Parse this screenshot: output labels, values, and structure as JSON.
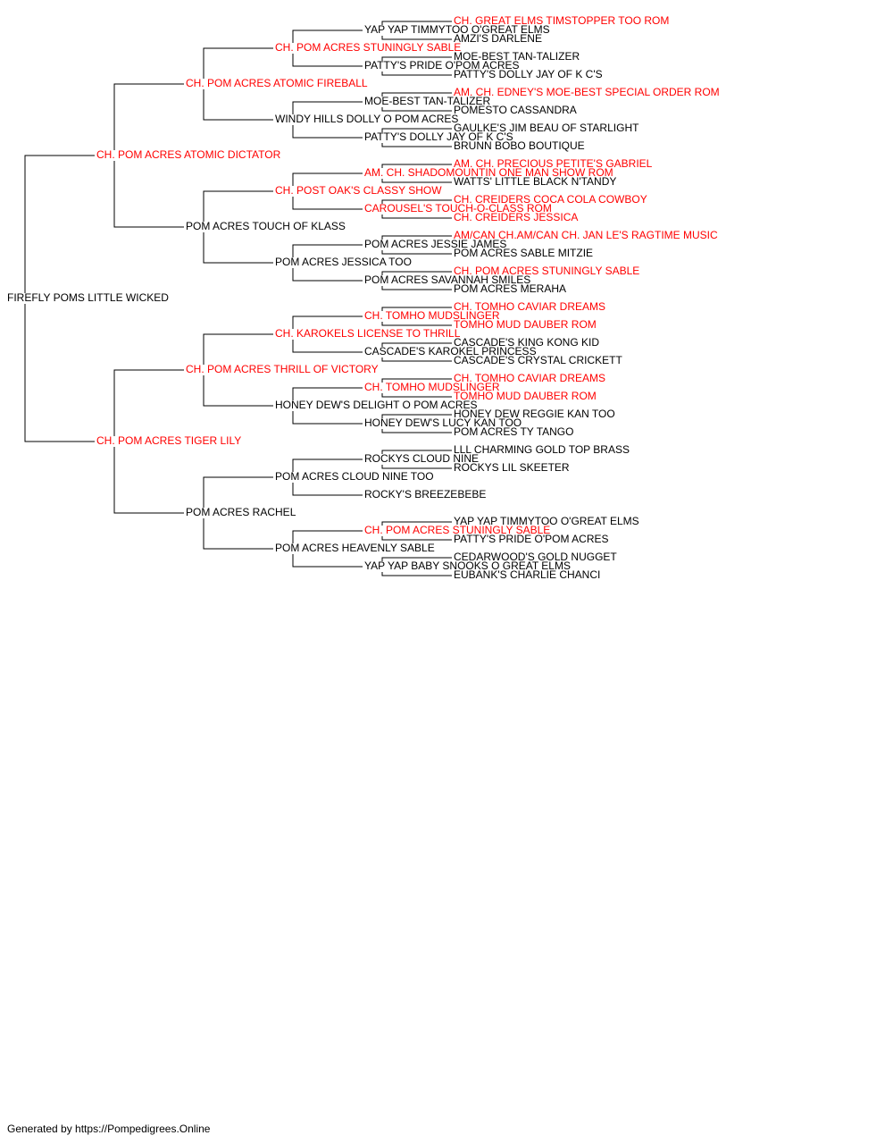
{
  "colors": {
    "champion": "#ff0000",
    "normal": "#000000",
    "lines": "#000000"
  },
  "pedigree": {
    "name": "FIREFLY POMS LITTLE WICKED",
    "champion": false,
    "sire": {
      "name": "CH. POM ACRES ATOMIC DICTATOR",
      "champion": true,
      "sire": {
        "name": "CH. POM ACRES ATOMIC FIREBALL",
        "champion": true,
        "sire": {
          "name": "CH. POM ACRES STUNINGLY SABLE",
          "champion": true,
          "sire": {
            "name": "YAP YAP TIMMYTOO O'GREAT ELMS",
            "champion": false,
            "sire": {
              "name": "CH. GREAT ELMS TIMSTOPPER TOO ROM",
              "champion": true
            },
            "dam": {
              "name": "AMZI'S DARLENE",
              "champion": false
            }
          },
          "dam": {
            "name": "PATTY'S PRIDE O'POM ACRES",
            "champion": false,
            "sire": {
              "name": "MOE-BEST TAN-TALIZER",
              "champion": false
            },
            "dam": {
              "name": "PATTY'S DOLLY JAY OF K C'S",
              "champion": false
            }
          }
        },
        "dam": {
          "name": "WINDY HILLS DOLLY O POM ACRES",
          "champion": false,
          "sire": {
            "name": "MOE-BEST TAN-TALIZER",
            "champion": false,
            "sire": {
              "name": "AM. CH. EDNEY'S MOE-BEST SPECIAL ORDER ROM",
              "champion": true
            },
            "dam": {
              "name": "POMESTO CASSANDRA",
              "champion": false
            }
          },
          "dam": {
            "name": "PATTY'S DOLLY JAY OF K C'S",
            "champion": false,
            "sire": {
              "name": "GAULKE'S JIM BEAU OF STARLIGHT",
              "champion": false
            },
            "dam": {
              "name": "BRUNN BOBO BOUTIQUE",
              "champion": false
            }
          }
        }
      },
      "dam": {
        "name": "POM ACRES TOUCH OF KLASS",
        "champion": false,
        "sire": {
          "name": "CH. POST OAK'S CLASSY SHOW",
          "champion": true,
          "sire": {
            "name": "AM. CH. SHADOMOUNTIN ONE MAN SHOW ROM",
            "champion": true,
            "sire": {
              "name": "AM. CH. PRECIOUS PETITE'S GABRIEL",
              "champion": true
            },
            "dam": {
              "name": "WATTS' LITTLE BLACK N'TANDY",
              "champion": false
            }
          },
          "dam": {
            "name": "CAROUSEL'S TOUCH-O-CLASS ROM",
            "champion": true,
            "sire": {
              "name": "CH. CREIDERS COCA COLA COWBOY",
              "champion": true
            },
            "dam": {
              "name": "CH. CREIDERS JESSICA",
              "champion": true
            }
          }
        },
        "dam": {
          "name": "POM ACRES JESSICA TOO",
          "champion": false,
          "sire": {
            "name": "POM ACRES JESSIE JAMES",
            "champion": false,
            "sire": {
              "name": "AM/CAN CH.AM/CAN CH. JAN LE'S RAGTIME MUSIC",
              "champion": true
            },
            "dam": {
              "name": "POM ACRES SABLE MITZIE",
              "champion": false
            }
          },
          "dam": {
            "name": "POM ACRES SAVANNAH SMILES",
            "champion": false,
            "sire": {
              "name": "CH. POM ACRES STUNINGLY SABLE",
              "champion": true
            },
            "dam": {
              "name": "POM ACRES MERAHA",
              "champion": false
            }
          }
        }
      }
    },
    "dam": {
      "name": "CH. POM ACRES TIGER LILY",
      "champion": true,
      "sire": {
        "name": "CH. POM ACRES THRILL OF VICTORY",
        "champion": true,
        "sire": {
          "name": "CH. KAROKELS LICENSE TO THRILL",
          "champion": true,
          "sire": {
            "name": "CH. TOMHO MUDSLINGER",
            "champion": true,
            "sire": {
              "name": "CH. TOMHO CAVIAR DREAMS",
              "champion": true
            },
            "dam": {
              "name": "TOMHO MUD DAUBER ROM",
              "champion": true
            }
          },
          "dam": {
            "name": "CASCADE'S KAROKEL PRINCESS",
            "champion": false,
            "sire": {
              "name": "CASCADE'S KING KONG KID",
              "champion": false
            },
            "dam": {
              "name": "CASCADE'S CRYSTAL CRICKETT",
              "champion": false
            }
          }
        },
        "dam": {
          "name": "HONEY DEW'S DELIGHT O POM ACRES",
          "champion": false,
          "sire": {
            "name": "CH. TOMHO MUDSLINGER",
            "champion": true,
            "sire": {
              "name": "CH. TOMHO CAVIAR DREAMS",
              "champion": true
            },
            "dam": {
              "name": "TOMHO MUD DAUBER ROM",
              "champion": true
            }
          },
          "dam": {
            "name": "HONEY DEW'S LUCY KAN TOO",
            "champion": false,
            "sire": {
              "name": "HONEY DEW REGGIE KAN TOO",
              "champion": false
            },
            "dam": {
              "name": "POM ACRES TY TANGO",
              "champion": false
            }
          }
        }
      },
      "dam": {
        "name": "POM ACRES RACHEL",
        "champion": false,
        "sire": {
          "name": "POM ACRES CLOUD NINE TOO",
          "champion": false,
          "sire": {
            "name": "ROCKYS CLOUD NINE",
            "champion": false,
            "sire": {
              "name": "LLL CHARMING GOLD TOP BRASS",
              "champion": false
            },
            "dam": {
              "name": "ROCKYS LIL SKEETER",
              "champion": false
            }
          },
          "dam": {
            "name": "ROCKY'S BREEZEBEBE",
            "champion": false
          }
        },
        "dam": {
          "name": "POM ACRES HEAVENLY SABLE",
          "champion": false,
          "sire": {
            "name": "CH. POM ACRES STUNINGLY SABLE",
            "champion": true,
            "sire": {
              "name": "YAP YAP TIMMYTOO O'GREAT ELMS",
              "champion": false
            },
            "dam": {
              "name": "PATTY'S PRIDE O'POM ACRES",
              "champion": false
            }
          },
          "dam": {
            "name": "YAP YAP BABY SNOOKS O GREAT ELMS",
            "champion": false,
            "sire": {
              "name": "CEDARWOOD'S GOLD NUGGET",
              "champion": false
            },
            "dam": {
              "name": "EUBANK'S CHARLIE CHANCI",
              "champion": false
            }
          }
        }
      }
    }
  },
  "footer": {
    "text": "Generated by https://Pompedigrees.Online"
  }
}
